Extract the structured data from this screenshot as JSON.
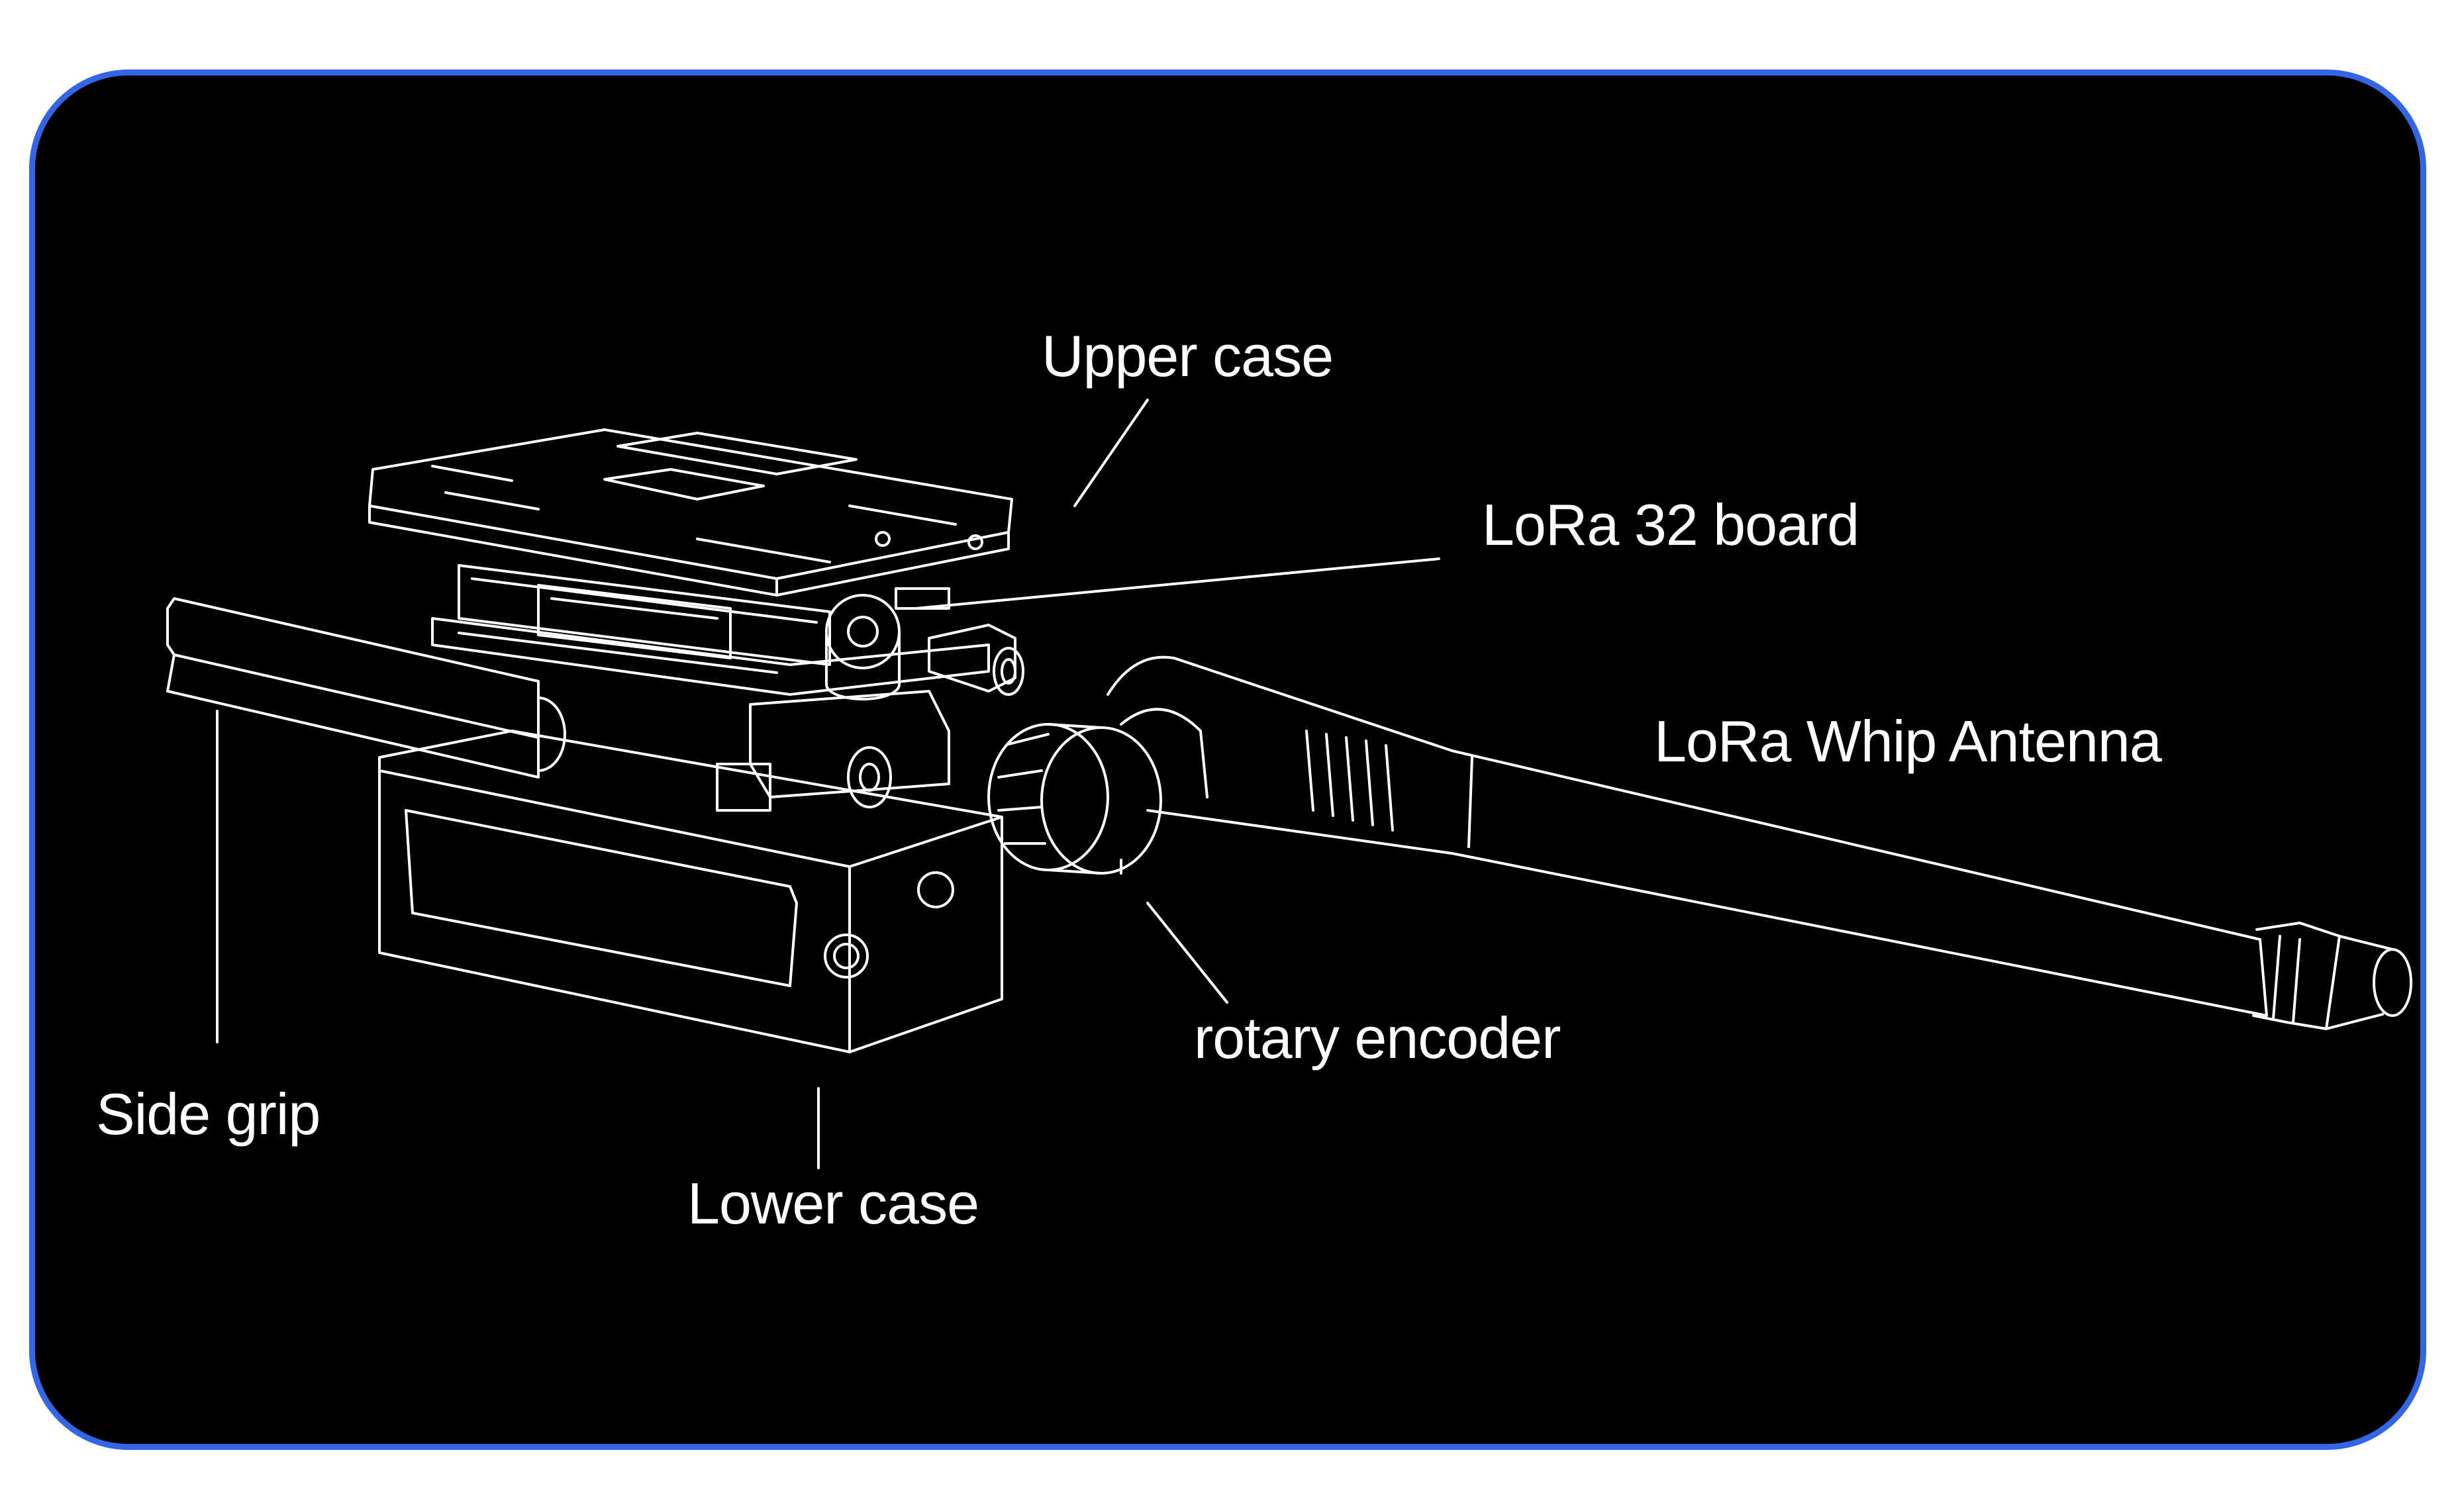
{
  "colors": {
    "border": "#3366e6",
    "background": "#000000",
    "line": "#ffffff"
  },
  "labels": {
    "upper_case": "Upper case",
    "board": "LoRa 32 board",
    "antenna": "LoRa Whip Antenna",
    "encoder": "rotary encoder",
    "side_grip": "Side grip",
    "lower_case": "Lower case"
  }
}
